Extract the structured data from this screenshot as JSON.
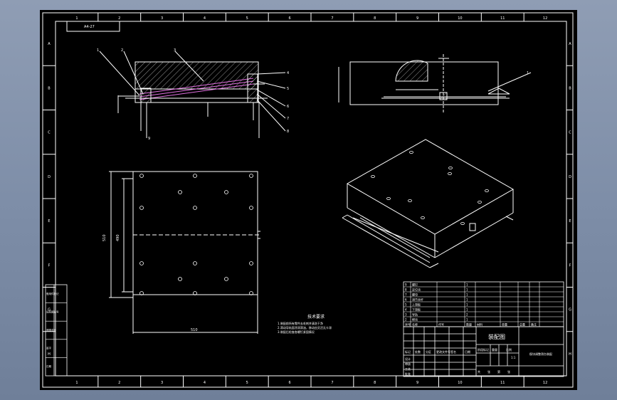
{
  "drawing": {
    "title": "装配图",
    "corner_code": "A4-27",
    "column_numbers": [
      "1",
      "2",
      "3",
      "4",
      "5",
      "6",
      "7",
      "8",
      "9",
      "10",
      "11",
      "12"
    ],
    "row_letters": [
      "A",
      "B",
      "C",
      "D",
      "E",
      "F",
      "G",
      "H"
    ],
    "tech_requirements": {
      "title": "技术要求",
      "lines": [
        "1.装配前所有零件去毛刺并清洗干净",
        "2.滑动导轨面涂润滑油，移动应灵活无卡滞",
        "3.装配后检查各螺钉紧固情况"
      ]
    },
    "views": {
      "front_labels": [
        "1",
        "2",
        "3",
        "4",
        "5",
        "6",
        "7",
        "8",
        "9"
      ],
      "plan_dims": {
        "width": "510",
        "height_outer": "510",
        "height_inner": "490"
      },
      "side_label": "1"
    },
    "bom": {
      "rows": [
        [
          "9",
          "螺钉",
          "",
          "1",
          "",
          "",
          "",
          ""
        ],
        [
          "8",
          "定位块",
          "",
          "1",
          "",
          "",
          "",
          ""
        ],
        [
          "7",
          "螺母",
          "",
          "1",
          "",
          "",
          "",
          ""
        ],
        [
          "6",
          "调节丝杆",
          "",
          "1",
          "",
          "",
          "",
          ""
        ],
        [
          "5",
          "上滑板",
          "",
          "1",
          "",
          "",
          "",
          ""
        ],
        [
          "4",
          "下滑板",
          "",
          "1",
          "",
          "",
          "",
          ""
        ],
        [
          "3",
          "导轨",
          "",
          "2",
          "",
          "",
          "",
          ""
        ],
        [
          "2",
          "楔块",
          "",
          "1",
          "",
          "",
          "",
          ""
        ]
      ],
      "header": [
        "序号",
        "名称",
        "代号",
        "数量",
        "材料",
        "单重",
        "总重",
        "备注"
      ]
    },
    "title_block": {
      "drawing_name": "装配图",
      "unit": "楔块调整滑台装配",
      "row_labels": [
        "标记",
        "处数",
        "分区",
        "更改文件号",
        "签名",
        "日期"
      ],
      "left_labels": [
        "设计",
        "审核",
        "工艺",
        "批准"
      ],
      "stage_labels": [
        "阶段标记",
        "重量",
        "比例"
      ],
      "sheet_info": [
        "共",
        "张",
        "第",
        "张"
      ],
      "scale": "1:1"
    },
    "left_strip_labels": [
      "借用件登记",
      "旧底图总号",
      "底图总号",
      "签字",
      "日期"
    ]
  }
}
